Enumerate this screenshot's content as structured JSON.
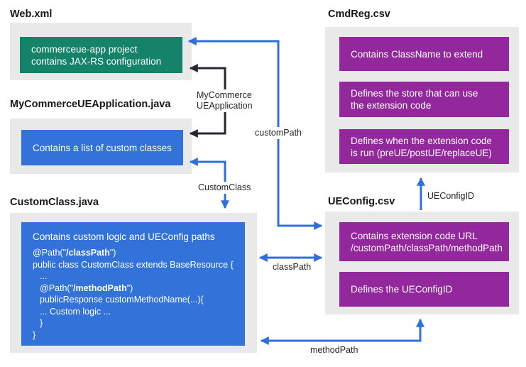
{
  "titles": {
    "web_xml": "Web.xml",
    "my_commerce_app": "MyCommerceUEApplication.java",
    "custom_class": "CustomClass.java",
    "cmd_reg": "CmdReg.csv",
    "ue_config": "UEConfig.csv"
  },
  "web_xml_box": {
    "line1": "commerceue-app project",
    "line2": "contains JAX-RS configuration"
  },
  "my_commerce_box": {
    "text": "Contains a list of custom classes"
  },
  "custom_class_box": {
    "heading": "Contains custom logic and UEConfig paths",
    "code": {
      "path_class_pre": "@Path(\"",
      "path_class_bold": "/classPath",
      "path_class_post": "\")",
      "class_decl": "public class CustomClass extends BaseResource {",
      "ellipsis": "...",
      "path_method_pre": "@Path(\"",
      "path_method_bold": "/methodPath",
      "path_method_post": "\")",
      "method_decl": "publicResponse customMethodName(...){",
      "custom_logic": "... Custom logic ...",
      "close_inner": "}",
      "close_outer": "}"
    }
  },
  "cmd_reg_boxes": [
    {
      "line1": "Contains ClassName to extend",
      "line2": ""
    },
    {
      "line1": "Defines the store that can use",
      "line2": "the extension code"
    },
    {
      "line1": "Defines when the extension code",
      "line2": "is run (preUE/postUE/replaceUE)"
    }
  ],
  "ue_config_boxes": [
    {
      "line1": "Contains extension code URL",
      "line2": "/customPath/classPath/methodPath"
    },
    {
      "line1": "Defines the UEConfigID",
      "line2": ""
    }
  ],
  "arrow_labels": {
    "my_commerce_line1": "MyCommerce",
    "my_commerce_line2": "UEApplication",
    "custom_class": "CustomClass",
    "custom_path": "customPath",
    "class_path": "classPath",
    "method_path": "methodPath",
    "ue_config_id": "UEConfigID"
  },
  "colors": {
    "teal_box": "#14836a",
    "blue_box": "#3272d9",
    "purple_box": "#93289c",
    "container_gray": "#e9e9e9",
    "arrow_blue": "#2f6fdb",
    "arrow_black": "#24282d",
    "title_text": "#161616",
    "box_text": "#ffffff"
  }
}
